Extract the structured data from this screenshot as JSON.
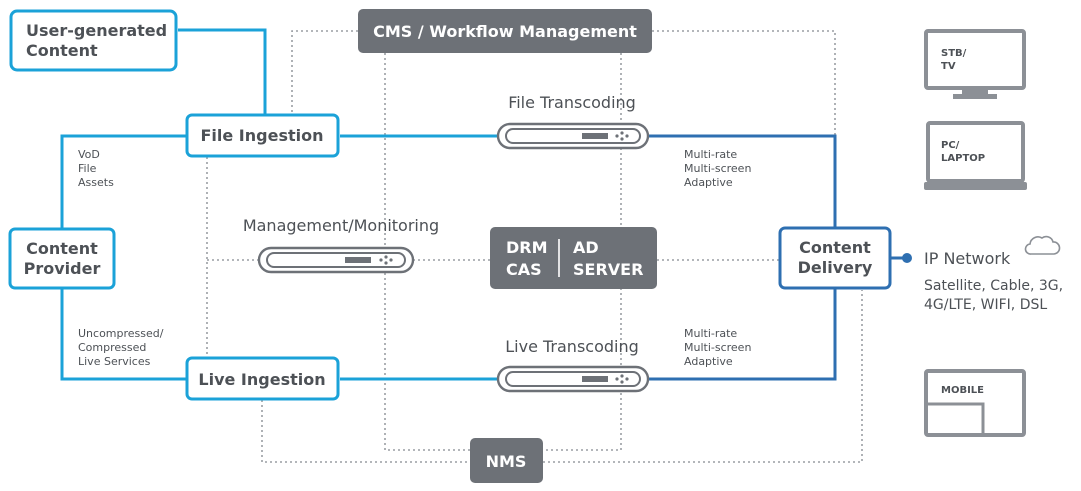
{
  "colors": {
    "cyan": "#1ba2d8",
    "blue": "#2e6fb1",
    "gray_box": "#6d7177",
    "gray_text": "#4d5156",
    "dotted": "#9a9ea3",
    "device_outline": "#8c9096"
  },
  "nodes": {
    "user_generated": [
      "User-generated",
      "Content"
    ],
    "file_ingestion": "File Ingestion",
    "live_ingestion": "Live Ingestion",
    "content_provider": [
      "Content",
      "Provider"
    ],
    "content_delivery": [
      "Content",
      "Delivery"
    ]
  },
  "gray_boxes": {
    "cms": "CMS / Workflow Management",
    "nms": "NMS",
    "drm": [
      "DRM",
      "CAS"
    ],
    "ad": [
      "AD",
      "SERVER"
    ]
  },
  "labels": {
    "file_transcoding": "File Transcoding",
    "live_transcoding": "Live Transcoding",
    "mgmt_monitoring": "Management/Monitoring",
    "vod_assets": [
      "VoD",
      "File",
      "Assets"
    ],
    "live_services": [
      "Uncompressed/",
      "Compressed",
      "Live Services"
    ],
    "adaptive_top": [
      "Multi-rate",
      "Multi-screen",
      "Adaptive"
    ],
    "adaptive_bottom": [
      "Multi-rate",
      "Multi-screen",
      "Adaptive"
    ],
    "ip_network": "IP Network",
    "networks": [
      "Satellite, Cable, 3G,",
      "4G/LTE, WIFI, DSL"
    ]
  },
  "devices": {
    "stb": [
      "STB/",
      "TV"
    ],
    "pc": [
      "PC/",
      "LAPTOP"
    ],
    "mobile": "MOBILE"
  },
  "icons": {
    "appliance": "server-appliance-icon",
    "cloud": "cloud-icon"
  }
}
